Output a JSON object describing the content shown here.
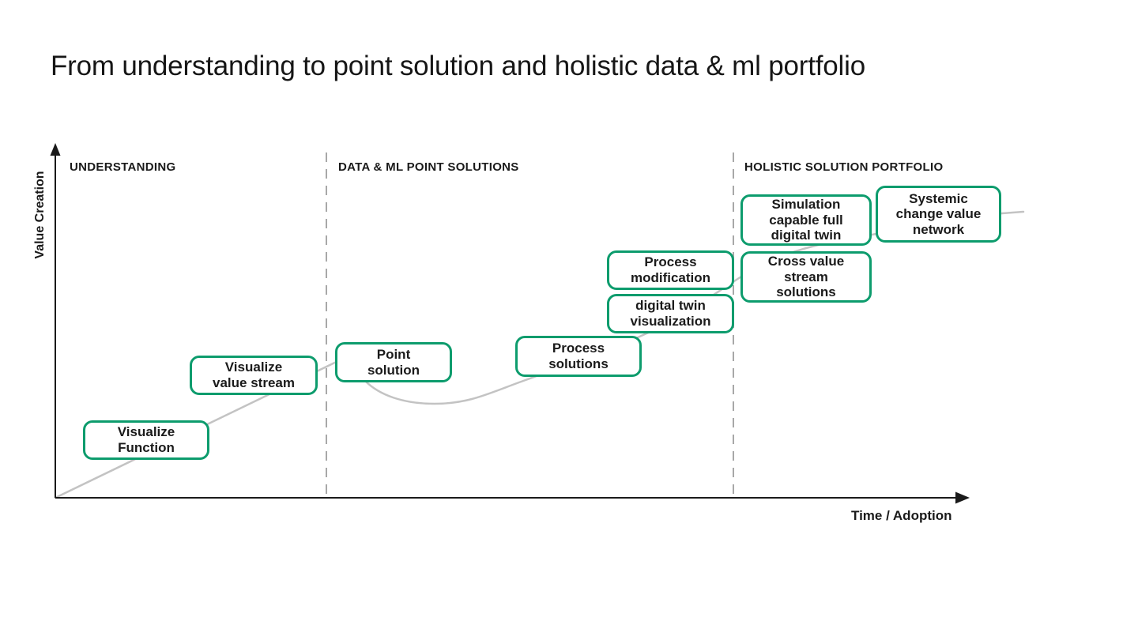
{
  "title": "From understanding to point solution and holistic data & ml portfolio",
  "axes": {
    "y_label": "Value Creation",
    "x_label": "Time / Adoption"
  },
  "phases": [
    {
      "label": "UNDERSTANDING"
    },
    {
      "label": "DATA & ML POINT SOLUTIONS"
    },
    {
      "label": "HOLISTIC SOLUTION PORTFOLIO"
    }
  ],
  "milestones": [
    {
      "id": "visualize-function",
      "label": "Visualize\nFunction"
    },
    {
      "id": "visualize-value-stream",
      "label": "Visualize\nvalue stream"
    },
    {
      "id": "point-solution",
      "label": "Point\nsolution"
    },
    {
      "id": "process-solutions",
      "label": "Process\nsolutions"
    },
    {
      "id": "digital-twin-visualization",
      "label": "digital twin\nvisualization"
    },
    {
      "id": "process-modification",
      "label": "Process\nmodification"
    },
    {
      "id": "cross-value-stream-solutions",
      "label": "Cross value\nstream\nsolutions"
    },
    {
      "id": "simulation-capable-full-digital-twin",
      "label": "Simulation\ncapable full\ndigital twin"
    },
    {
      "id": "systemic-change-value-network",
      "label": "Systemic\nchange value\nnetwork"
    }
  ],
  "colors": {
    "accent": "#0d9c6d",
    "curve": "#c3c3c3",
    "separator": "#a8a8a8",
    "axis": "#1a1a1a",
    "text": "#1b1b1b",
    "background": "#ffffff"
  }
}
